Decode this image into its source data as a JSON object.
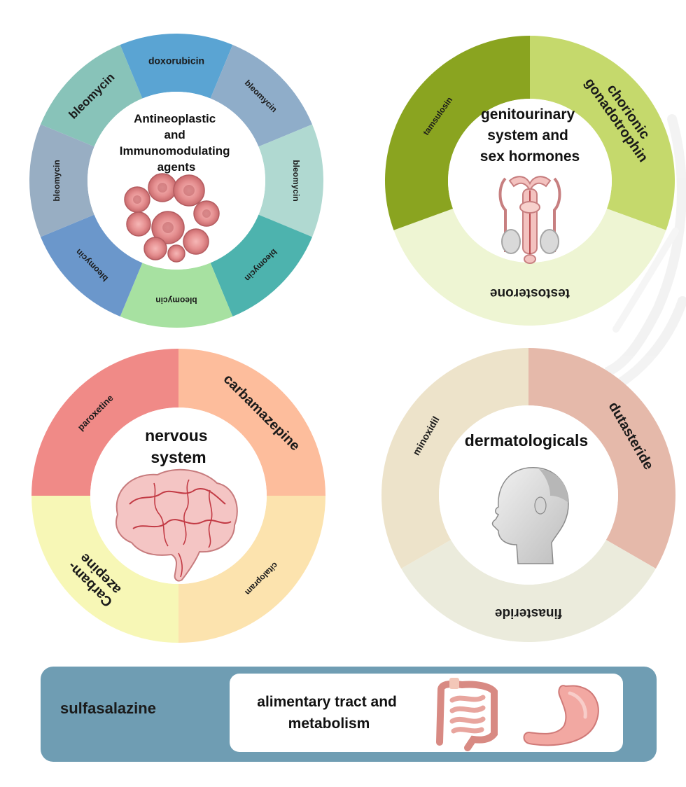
{
  "wheels": [
    {
      "id": "antineoplastic",
      "title_lines": [
        "Antineoplastic",
        "and",
        "Immunomodulating",
        "agents"
      ],
      "illustration_icon": "cancer-cells-icon",
      "segments": [
        {
          "label": "bleomycin",
          "color": "#88c3b9"
        },
        {
          "label": "doxorubicin",
          "color": "#5aa4d3"
        },
        {
          "label": "bleomycin",
          "color": "#8fadc9"
        },
        {
          "label": "bleomycin",
          "color": "#b0d9d1"
        },
        {
          "label": "bleomycin",
          "color": "#4db3ae"
        },
        {
          "label": "bleomycin",
          "color": "#a7e1a1"
        },
        {
          "label": "bleomycin",
          "color": "#6b97cb"
        },
        {
          "label": "bleomycin",
          "color": "#98aec3"
        }
      ]
    },
    {
      "id": "genitourinary",
      "title_lines": [
        "genitourinary",
        "system and",
        "sex hormones"
      ],
      "illustration_icon": "reproductive-system-icon",
      "segments": [
        {
          "label": "chorionic gonadotrophin",
          "color": "#c5d96c"
        },
        {
          "label": "testosterone",
          "color": "#eef5d3"
        },
        {
          "label": "tamsulosin",
          "color": "#8aa420"
        }
      ]
    },
    {
      "id": "nervous",
      "title_lines": [
        "nervous",
        "system"
      ],
      "illustration_icon": "brain-icon",
      "segments": [
        {
          "label": "carbamazepine",
          "color": "#fdbd9c"
        },
        {
          "label": "citalopram",
          "color": "#fce3ae"
        },
        {
          "label": "Carbam-azepine",
          "color": "#f7f7b6"
        },
        {
          "label": "paroxetine",
          "color": "#f08a87"
        }
      ]
    },
    {
      "id": "dermatologicals",
      "title_lines": [
        "dermatologicals"
      ],
      "illustration_icon": "head-profile-icon",
      "segments": [
        {
          "label": "dutasteride",
          "color": "#e5b9aa"
        },
        {
          "label": "finasteride",
          "color": "#ebebdc"
        },
        {
          "label": "minoxidil",
          "color": "#ede3ca"
        }
      ]
    }
  ],
  "banner": {
    "drug": "sulfasalazine",
    "title_lines": [
      "alimentary tract and",
      "metabolism"
    ],
    "icons": [
      "intestine-icon",
      "stomach-icon"
    ],
    "background": "#6f9db3"
  }
}
